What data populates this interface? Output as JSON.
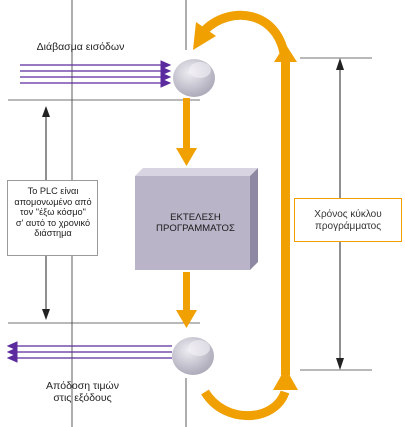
{
  "labels": {
    "read_inputs": "Διάβασμα εισόδων",
    "write_outputs_line1": "Απόδοση τιμών",
    "write_outputs_line2": "στις εξόδους",
    "isolated_line1": "Το PLC είναι",
    "isolated_line2": "απομονωμένο από",
    "isolated_line3": "τον \"έξω κόσμο\"",
    "isolated_line4": "σ' αυτό το χρονικό",
    "isolated_line5": "διάστημα",
    "execute_line1": "ΕΚΤΕΛΕΣΗ",
    "execute_line2": "ΠΡΟΓΡΑΜΜΑΤΟΣ",
    "cycle_line1": "Χρόνος κύκλου",
    "cycle_line2": "προγράμματος"
  },
  "colors": {
    "orange": "#f0a000",
    "purple": "#5b2a9e",
    "box_face": "#b9b4c8",
    "box_top": "#d8d4e2",
    "box_side": "#8f88a3",
    "ellipse": "#c8c6d2"
  },
  "icons": {
    "input_arrows": "arrows-right-icon",
    "output_arrows": "arrows-left-icon"
  }
}
